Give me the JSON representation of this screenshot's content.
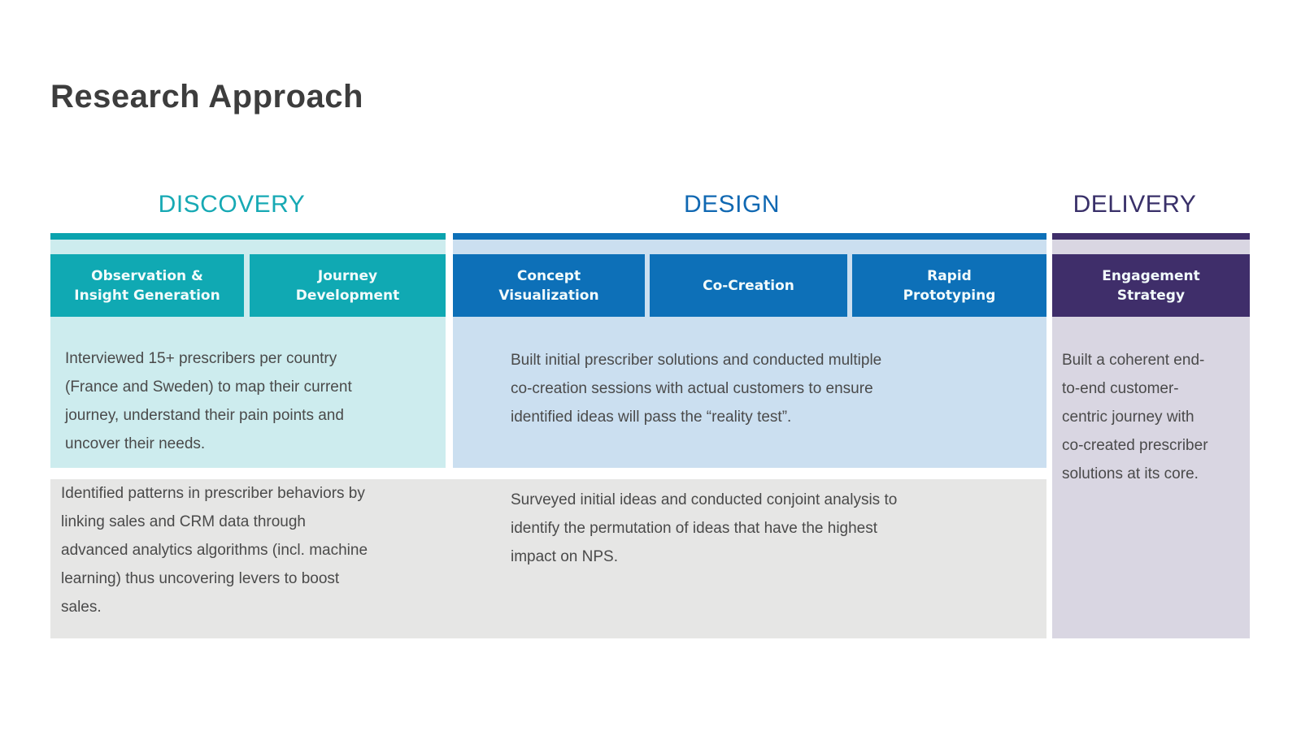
{
  "title": "Research Approach",
  "palette": {
    "teal": "#10a9b3",
    "teal_light": "#cdecee",
    "teal_header": "#17a9b4",
    "blue": "#0d70b8",
    "blue_light": "#cbdff0",
    "blue_header": "#1068b2",
    "purple": "#3f2e6a",
    "purple_light": "#d9d6e2",
    "purple_header": "#393069",
    "gray_band": "#e6e6e5",
    "body_text": "#4a4a4a",
    "title_text": "#3d3d3d"
  },
  "columns": {
    "discovery": {
      "header": "DISCOVERY",
      "boxes": {
        "observation": "Observation &\nInsight Generation",
        "journey": "Journey\nDevelopment"
      },
      "row1_text": "Interviewed 15+ prescribers per country\n(France and Sweden) to map their current\njourney, understand their pain points and\nuncover their needs.",
      "row2_text": "Identified patterns in prescriber behaviors by\nlinking sales and CRM data through\nadvanced analytics algorithms (incl. machine\nlearning) thus uncovering levers to boost\nsales."
    },
    "design": {
      "header": "DESIGN",
      "boxes": {
        "concept": "Concept\nVisualization",
        "cocreation": "Co-Creation",
        "rapid": "Rapid\nPrototyping"
      },
      "row1_text": "Built initial prescriber solutions and conducted multiple\nco-creation sessions with actual customers to ensure\nidentified ideas will pass the “reality test”.",
      "row2_text": "Surveyed initial ideas and conducted conjoint analysis to\nidentify the permutation of ideas that have the highest\nimpact on NPS."
    },
    "delivery": {
      "header": "DELIVERY",
      "boxes": {
        "engagement": "Engagement\nStrategy"
      },
      "row1_text": "Built a coherent end-\nto-end customer-\ncentric journey with\nco-created prescriber\nsolutions at its core."
    }
  }
}
